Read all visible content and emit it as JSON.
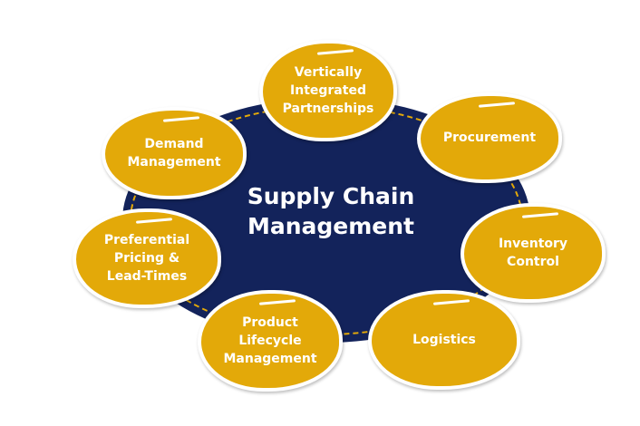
{
  "title": "Supply Chain\nManagement",
  "nodes": [
    {
      "label": "Vertically\nIntegrated\nPartnerships"
    },
    {
      "label": "Procurement"
    },
    {
      "label": "Inventory\nControl"
    },
    {
      "label": "Logistics"
    },
    {
      "label": "Product\nLifecycle\nManagement"
    },
    {
      "label": "Preferential\nPricing &\nLead-Times"
    },
    {
      "label": "Demand\nManagement"
    }
  ],
  "colors": {
    "node": "#E3A909",
    "center": "#13235B"
  }
}
